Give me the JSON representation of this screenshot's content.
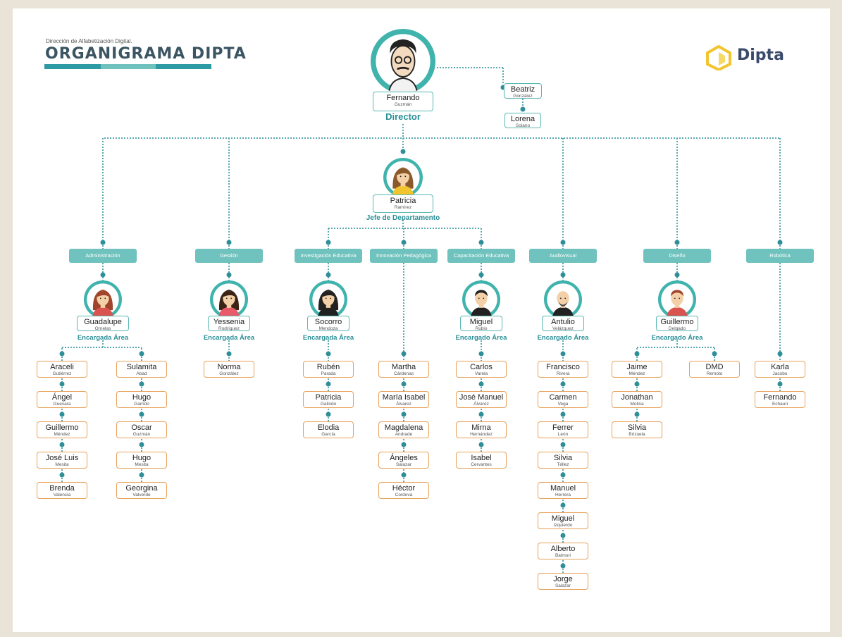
{
  "header": {
    "subtitle": "Dirección de Alfabetización Digital.",
    "title": "ORGANIGRAMA DIPTA"
  },
  "brand": {
    "name": "Dipta",
    "icon": "hexagon-logo-icon"
  },
  "colors": {
    "teal": "#5ab8b3",
    "orange": "#e8a15a",
    "title": "#3b5563",
    "role": "#2a8f96"
  },
  "director": {
    "first": "Fernando",
    "last": "Guzmán",
    "role": "Director"
  },
  "assistants": [
    {
      "first": "Beatriz",
      "last": "González"
    },
    {
      "first": "Lorena",
      "last": "Solano"
    }
  ],
  "head": {
    "first": "Patricia",
    "last": "Ramírez",
    "role": "Jefe de Departamento"
  },
  "areas": [
    {
      "label": "Administración",
      "leader": {
        "first": "Guadalupe",
        "last": "Ornelas",
        "role": "Encargada Área"
      },
      "staff": [
        {
          "first": "Araceli",
          "last": "Gutiérrez"
        },
        {
          "first": "Ángel",
          "last": "Guevara"
        },
        {
          "first": "Guillermo",
          "last": "Méndez"
        },
        {
          "first": "José Luis",
          "last": "Mesita"
        },
        {
          "first": "Brenda",
          "last": "Valencia"
        }
      ],
      "staff2": [
        {
          "first": "Sulamita",
          "last": "Abad"
        },
        {
          "first": "Hugo",
          "last": "Garrido"
        },
        {
          "first": "Oscar",
          "last": "Guzmán"
        },
        {
          "first": "Hugo",
          "last": "Mesita"
        },
        {
          "first": "Georgina",
          "last": "Valverde"
        }
      ]
    },
    {
      "label": "Gestión",
      "leader": {
        "first": "Yessenia",
        "last": "Rodríguez",
        "role": "Encargada Área"
      },
      "staff": [
        {
          "first": "Norma",
          "last": "González"
        }
      ]
    },
    {
      "label": "Investigación Educativa",
      "leader": {
        "first": "Socorro",
        "last": "Mendoza",
        "role": "Encargada Área"
      },
      "staff": [
        {
          "first": "Rubén",
          "last": "Parada"
        },
        {
          "first": "Patricia",
          "last": "Galindo"
        },
        {
          "first": "Elodia",
          "last": "García"
        }
      ]
    },
    {
      "label": "Innovación Pedagógica",
      "staff": [
        {
          "first": "Martha",
          "last": "Cárdenas"
        },
        {
          "first": "María Isabel",
          "last": "Álvarez"
        },
        {
          "first": "Magdalena",
          "last": "Andrade"
        },
        {
          "first": "Ángeles",
          "last": "Salazar"
        },
        {
          "first": "Héctor",
          "last": "Cordova"
        }
      ]
    },
    {
      "label": "Capacitación Educativa",
      "leader": {
        "first": "Miguel",
        "last": "Rubio",
        "role": "Encargado Área"
      },
      "staff": [
        {
          "first": "Carlos",
          "last": "Varela"
        },
        {
          "first": "José Manuel",
          "last": "Álvarez"
        },
        {
          "first": "Mirna",
          "last": "Hernández"
        },
        {
          "first": "Isabel",
          "last": "Cervantes"
        }
      ]
    },
    {
      "label": "Audiovisual",
      "leader": {
        "first": "Antulio",
        "last": "Velázquez",
        "role": "Encargado Área"
      },
      "staff": [
        {
          "first": "Francisco",
          "last": "Rivera"
        },
        {
          "first": "Carmen",
          "last": "Vega"
        },
        {
          "first": "Ferrer",
          "last": "León"
        },
        {
          "first": "Silvia",
          "last": "Téllez"
        },
        {
          "first": "Manuel",
          "last": "Herrera"
        },
        {
          "first": "Miguel",
          "last": "Izquierdo"
        },
        {
          "first": "Alberto",
          "last": "Balmori"
        },
        {
          "first": "Jorge",
          "last": "Salazar"
        }
      ]
    },
    {
      "label": "Diseño",
      "leader": {
        "first": "Guillermo",
        "last": "Delgado",
        "role": "Encargado Área"
      },
      "staff": [
        {
          "first": "Jaime",
          "last": "Méndez"
        },
        {
          "first": "Jonathan",
          "last": "Molina"
        },
        {
          "first": "Silvia",
          "last": "Brizuela"
        }
      ],
      "staff2": [
        {
          "first": "DMD",
          "last": "Remoto"
        }
      ]
    },
    {
      "label": "Robótica",
      "staff": [
        {
          "first": "Karla",
          "last": "Jacobo"
        },
        {
          "first": "Fernando",
          "last": "Echauri"
        }
      ]
    }
  ]
}
